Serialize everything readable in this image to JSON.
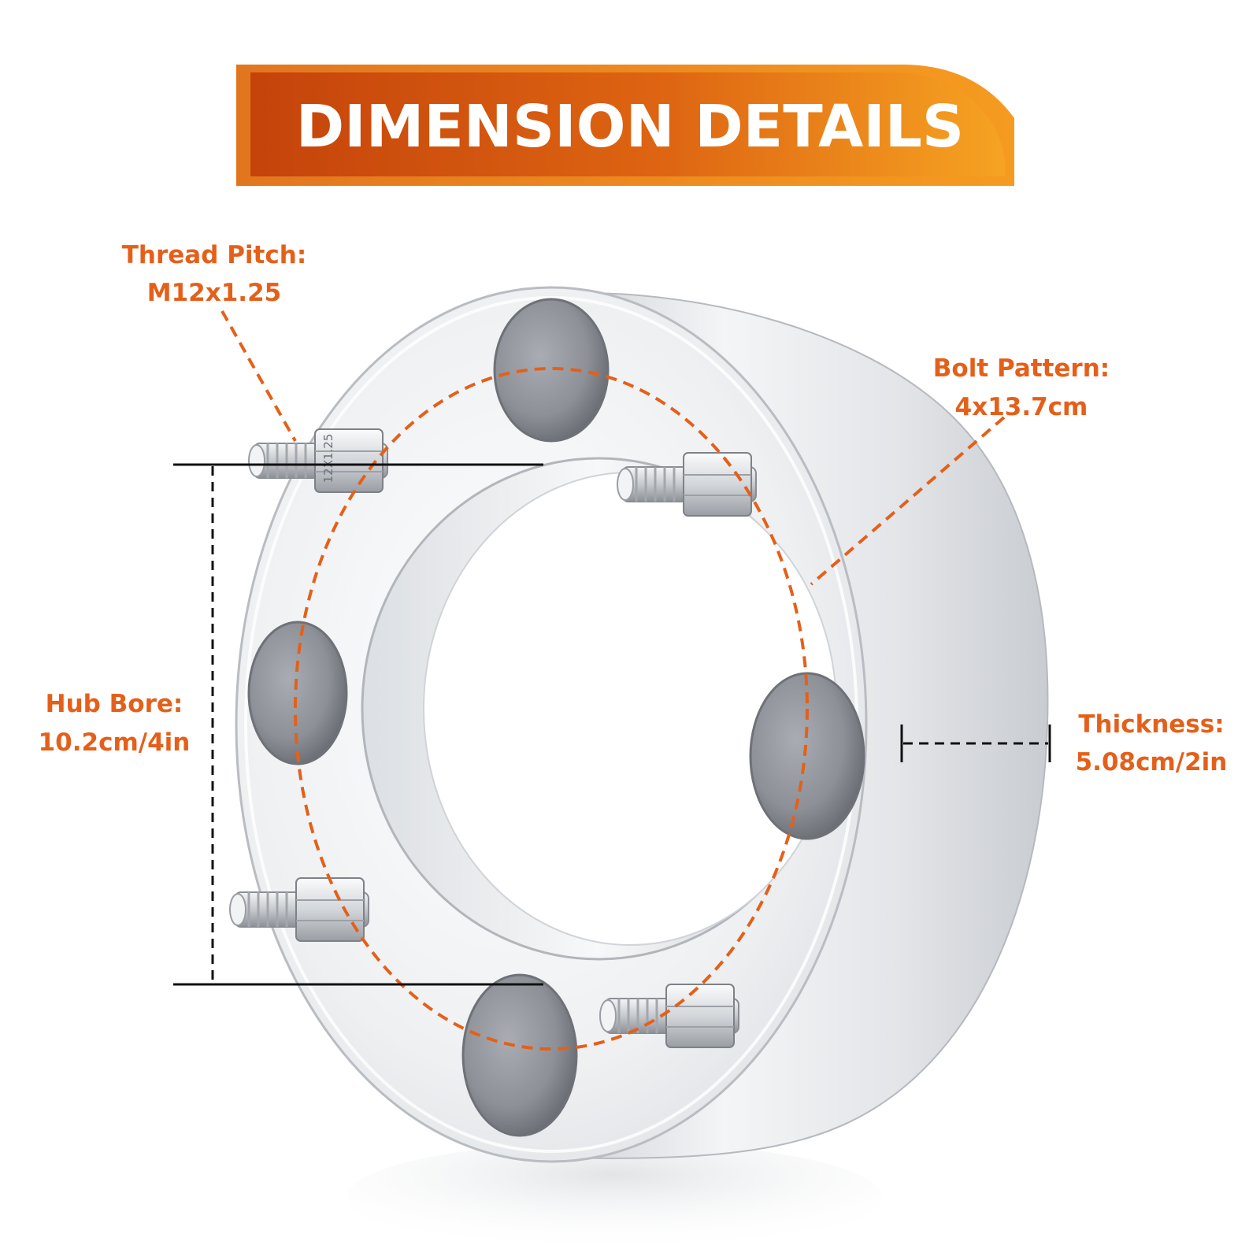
{
  "banner": {
    "title": "DIMENSION DETAILS"
  },
  "callouts": {
    "thread_pitch": {
      "label": "Thread Pitch:",
      "value": "M12x1.25"
    },
    "bolt_pattern": {
      "label": "Bolt Pattern:",
      "value": "4x13.7cm"
    },
    "hub_bore": {
      "label": "Hub Bore:",
      "value": "10.2cm/4in"
    },
    "thickness": {
      "label": "Thickness:",
      "value": "5.08cm/2in"
    }
  },
  "stud_marking": "12X1.25",
  "colors": {
    "accent": "#e4601a",
    "banner_dark": "#c8470d",
    "banner_light": "#f6a523",
    "metal": "#e6e7ea",
    "line": "#111111"
  }
}
